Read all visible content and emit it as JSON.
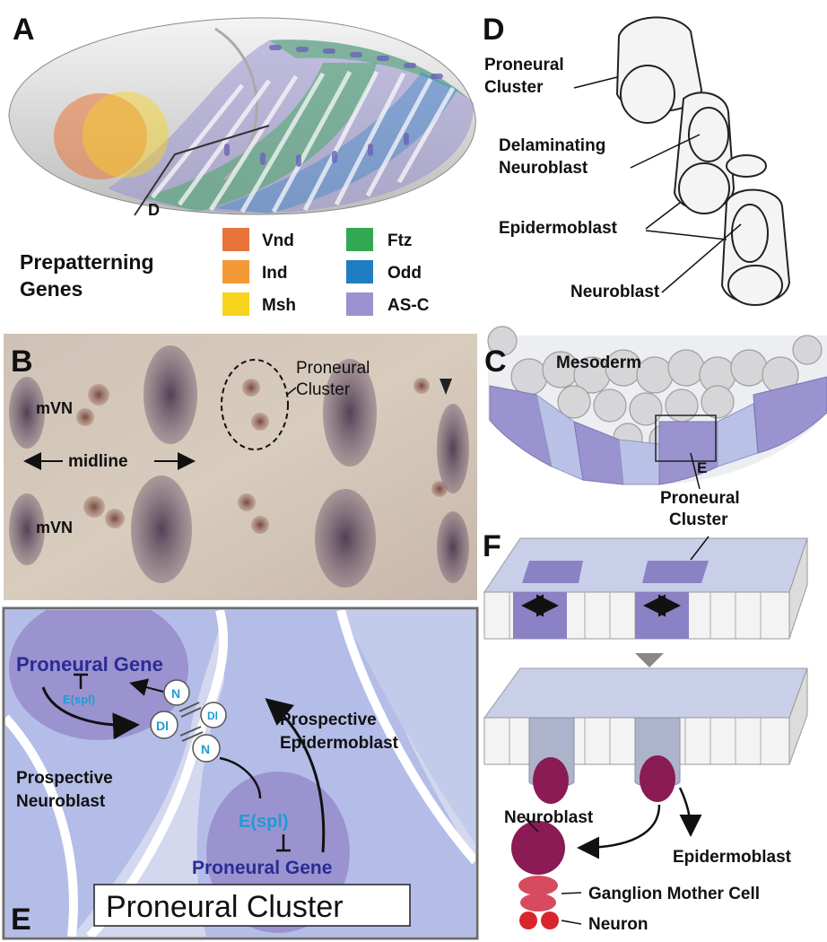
{
  "panels": {
    "a": "A",
    "b": "B",
    "c": "C",
    "d": "D",
    "e": "E",
    "f": "F"
  },
  "panel_a": {
    "marker": "D",
    "legend_title_1": "Prepatterning",
    "legend_title_2": "Genes",
    "legend": [
      {
        "label": "Vnd",
        "color": "#e8743b"
      },
      {
        "label": "Ind",
        "color": "#f39a37"
      },
      {
        "label": "Msh",
        "color": "#f8d31c"
      },
      {
        "label": "Ftz",
        "color": "#33a852"
      },
      {
        "label": "Odd",
        "color": "#1f7ec2"
      },
      {
        "label": "AS-C",
        "color": "#9a93cf"
      }
    ]
  },
  "panel_b": {
    "proneural_1": "Proneural",
    "proneural_2": "Cluster",
    "mvn_top": "mVN",
    "mvn_bottom": "mVN",
    "midline": "midline"
  },
  "panel_c": {
    "mesoderm": "Mesoderm",
    "box_label": "E",
    "proneural_1": "Proneural",
    "proneural_2": "Cluster"
  },
  "panel_d": {
    "proneural_1": "Proneural",
    "proneural_2": "Cluster",
    "delaminating_1": "Delaminating",
    "delaminating_2": "Neuroblast",
    "epidermoblast": "Epidermoblast",
    "neuroblast": "Neuroblast"
  },
  "panel_e": {
    "proneural_gene_top": "Proneural Gene",
    "espl_small": "E(spl)",
    "n_top": "N",
    "dl_left": "Dl",
    "dl_right": "Dl",
    "n_bottom": "N",
    "prospective_epi_1": "Prospective",
    "prospective_epi_2": "Epidermoblast",
    "prospective_nb_1": "Prospective",
    "prospective_nb_2": "Neuroblast",
    "espl_large": "E(spl)",
    "proneural_gene_bottom": "Proneural Gene",
    "title": "Proneural Cluster"
  },
  "panel_f": {
    "neuroblast": "Neuroblast",
    "epidermoblast": "Epidermoblast",
    "gmc": "Ganglion Mother Cell",
    "neuron": "Neuron"
  },
  "colors": {
    "purple": "#9a93cf",
    "purple_dark": "#8a82c4",
    "lavender": "#b9c2e6",
    "magenta": "#8a1b55",
    "pink": "#d84a5e",
    "red": "#d8262c",
    "blue_text": "#2a2c94",
    "cyan_text": "#1f9bd6"
  }
}
